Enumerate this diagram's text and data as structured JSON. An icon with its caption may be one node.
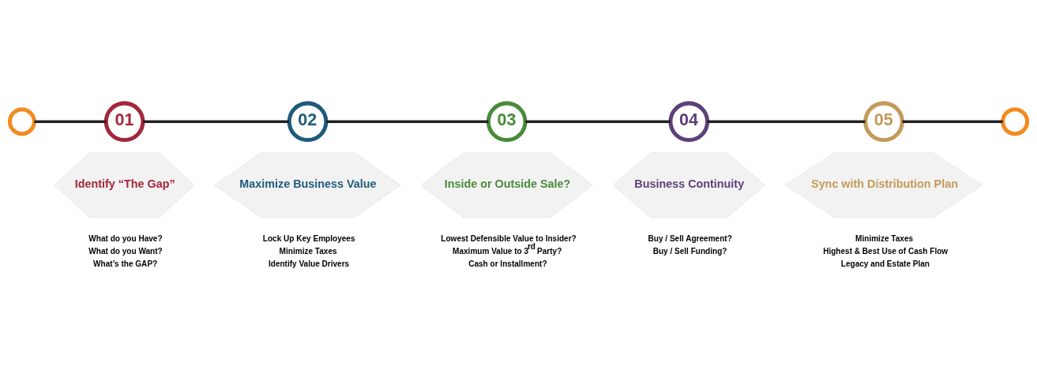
{
  "diagram": {
    "nodes": [
      {
        "text": [],
        "shape": "circle"
      },
      {
        "text": [
          "01"
        ]
      },
      {
        "text": [
          "Identify “The Gap”"
        ],
        "beside": [
          "What do you Have?",
          "What do you Want?",
          "What’s the GAP?"
        ]
      },
      {
        "text": [
          "02"
        ]
      },
      {
        "text": [
          "Maximize Business Value"
        ],
        "beside": [
          "Lock Up Key Employees",
          "Minimize Taxes",
          "Identify Value Drivers"
        ]
      },
      {
        "text": [
          "03"
        ]
      },
      {
        "text": [
          "Inside or Outside Sale?"
        ],
        "beside": [
          "Lowest Defensible Value to Insider?",
          "Maximum Value to 3$^{rd}$ Party?",
          "Cash or Installment?"
        ]
      },
      {
        "text": [
          "04"
        ]
      },
      {
        "text": [
          "Business Continuity"
        ],
        "beside": [
          "Buy / Sell Agreement?",
          "Buy / Sell Funding?"
        ]
      },
      {
        "text": [
          "05"
        ]
      },
      {
        "text": [
          "Sync with Distribution Plan"
        ],
        "beside": [
          "Minimize Taxes",
          "Highest & Best Use of Cash Flow",
          "Legacy and Estate Plan"
        ]
      },
      {
        "text": [],
        "shape": "circle"
      }
    ],
    "edges": [
      {
        "from": 0,
        "to": 1,
        "arrow": "none"
      },
      {
        "from": 1,
        "to": 3,
        "arrow": "none"
      },
      {
        "from": 3,
        "to": 5,
        "arrow": "none"
      },
      {
        "from": 5,
        "to": 7,
        "arrow": "none"
      },
      {
        "from": 7,
        "to": 9,
        "arrow": "none"
      },
      {
        "from": 9,
        "to": 11,
        "arrow": "none"
      }
    ]
  }
}
